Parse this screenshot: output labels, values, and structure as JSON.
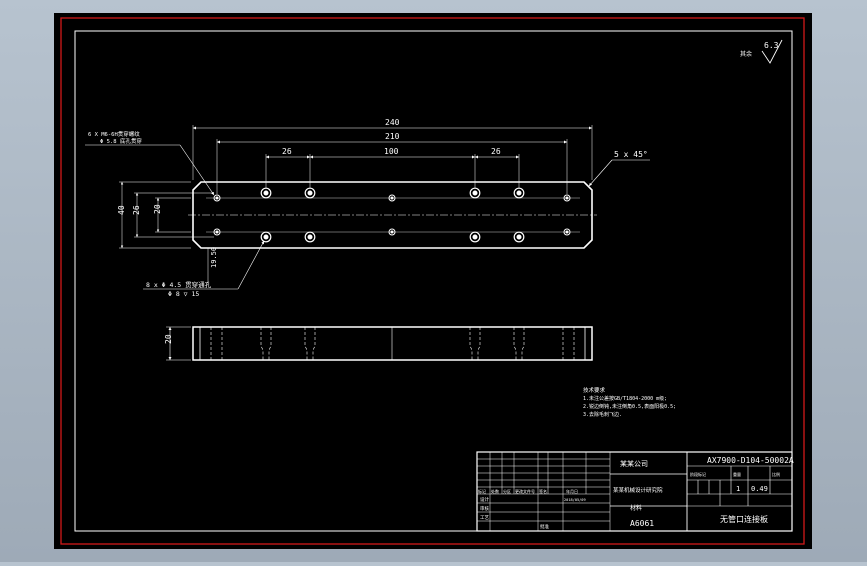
{
  "drawing": {
    "dimensions": {
      "overall_length": "240",
      "hole_span": "210",
      "left_pitch": "26",
      "center_pitch": "100",
      "right_pitch": "26",
      "width": "40",
      "hole_row_spacing": "26",
      "inner_width": "20",
      "edge_offset": "19.50",
      "thickness": "20",
      "chamfer": "5 x 45°"
    },
    "callouts": {
      "top_left_line1": "6 X M6-6H贯穿螺纹",
      "top_left_line2": "Φ 5.8 底孔贯穿",
      "bottom_left_line1": "8 x Φ 4.5 贯穿通孔",
      "bottom_left_line2": "Φ 8 ▽ 15"
    },
    "roughness": {
      "label": "其余",
      "value": "6.3"
    },
    "notes": {
      "title": "技术要求",
      "lines": [
        "1.未注公差按GB/T1804-2000 m级;",
        "2.锐边倒钝,未注倒角0.5,表面阳极0.5;",
        "3.去除毛刺飞边."
      ]
    },
    "title_block": {
      "drawing_number": "AX7900-D104-50002A",
      "company_label": "某某公司",
      "institute_label": "某某机械设计研究院",
      "material_label": "材料",
      "material": "A6061",
      "quantity": "1",
      "weight": "0.49",
      "part_name": "无管口连接板",
      "date_code": "2018/05/09",
      "col_headers": [
        "标记",
        "处数",
        "分区",
        "更改文件号",
        "签名",
        "年月日"
      ],
      "row_labels": [
        "设计",
        "审核",
        "工艺"
      ],
      "approval_text": "批准",
      "scale_labels": [
        "阶段标记",
        "重量",
        "比例"
      ]
    }
  }
}
